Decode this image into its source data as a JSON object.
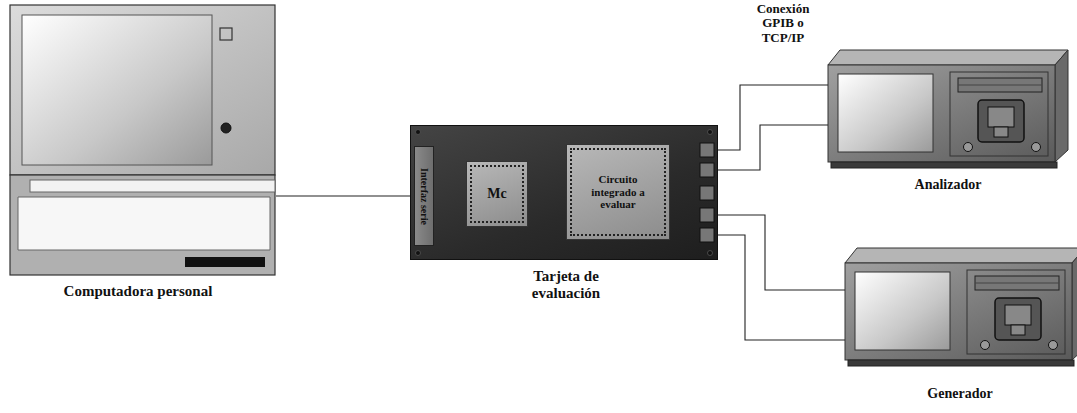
{
  "diagram": {
    "nodes": [
      {
        "text": [
          "Computadora personal"
        ]
      },
      {
        "text": [
          "Tarjeta de evaluación"
        ]
      },
      {
        "text": [
          "Interfaz serie"
        ],
        "in": 1
      },
      {
        "text": [
          "Mc"
        ],
        "in": 1
      },
      {
        "text": [
          "Circuito integrado a evaluar"
        ],
        "in": 1
      },
      {
        "text": [
          "Analizador"
        ]
      },
      {
        "text": [
          "Generador"
        ]
      }
    ],
    "edges": [
      {
        "from": 0,
        "to": 2,
        "arrow": "none"
      },
      {
        "from": 1,
        "to": 5,
        "arrow": "none"
      },
      {
        "from": 1,
        "to": 5,
        "arrow": "none"
      },
      {
        "from": 1,
        "to": 6,
        "arrow": "none"
      },
      {
        "from": 1,
        "to": 6,
        "arrow": "none"
      }
    ],
    "labels": [
      "Conexión GPIB o TCP/IP"
    ]
  }
}
